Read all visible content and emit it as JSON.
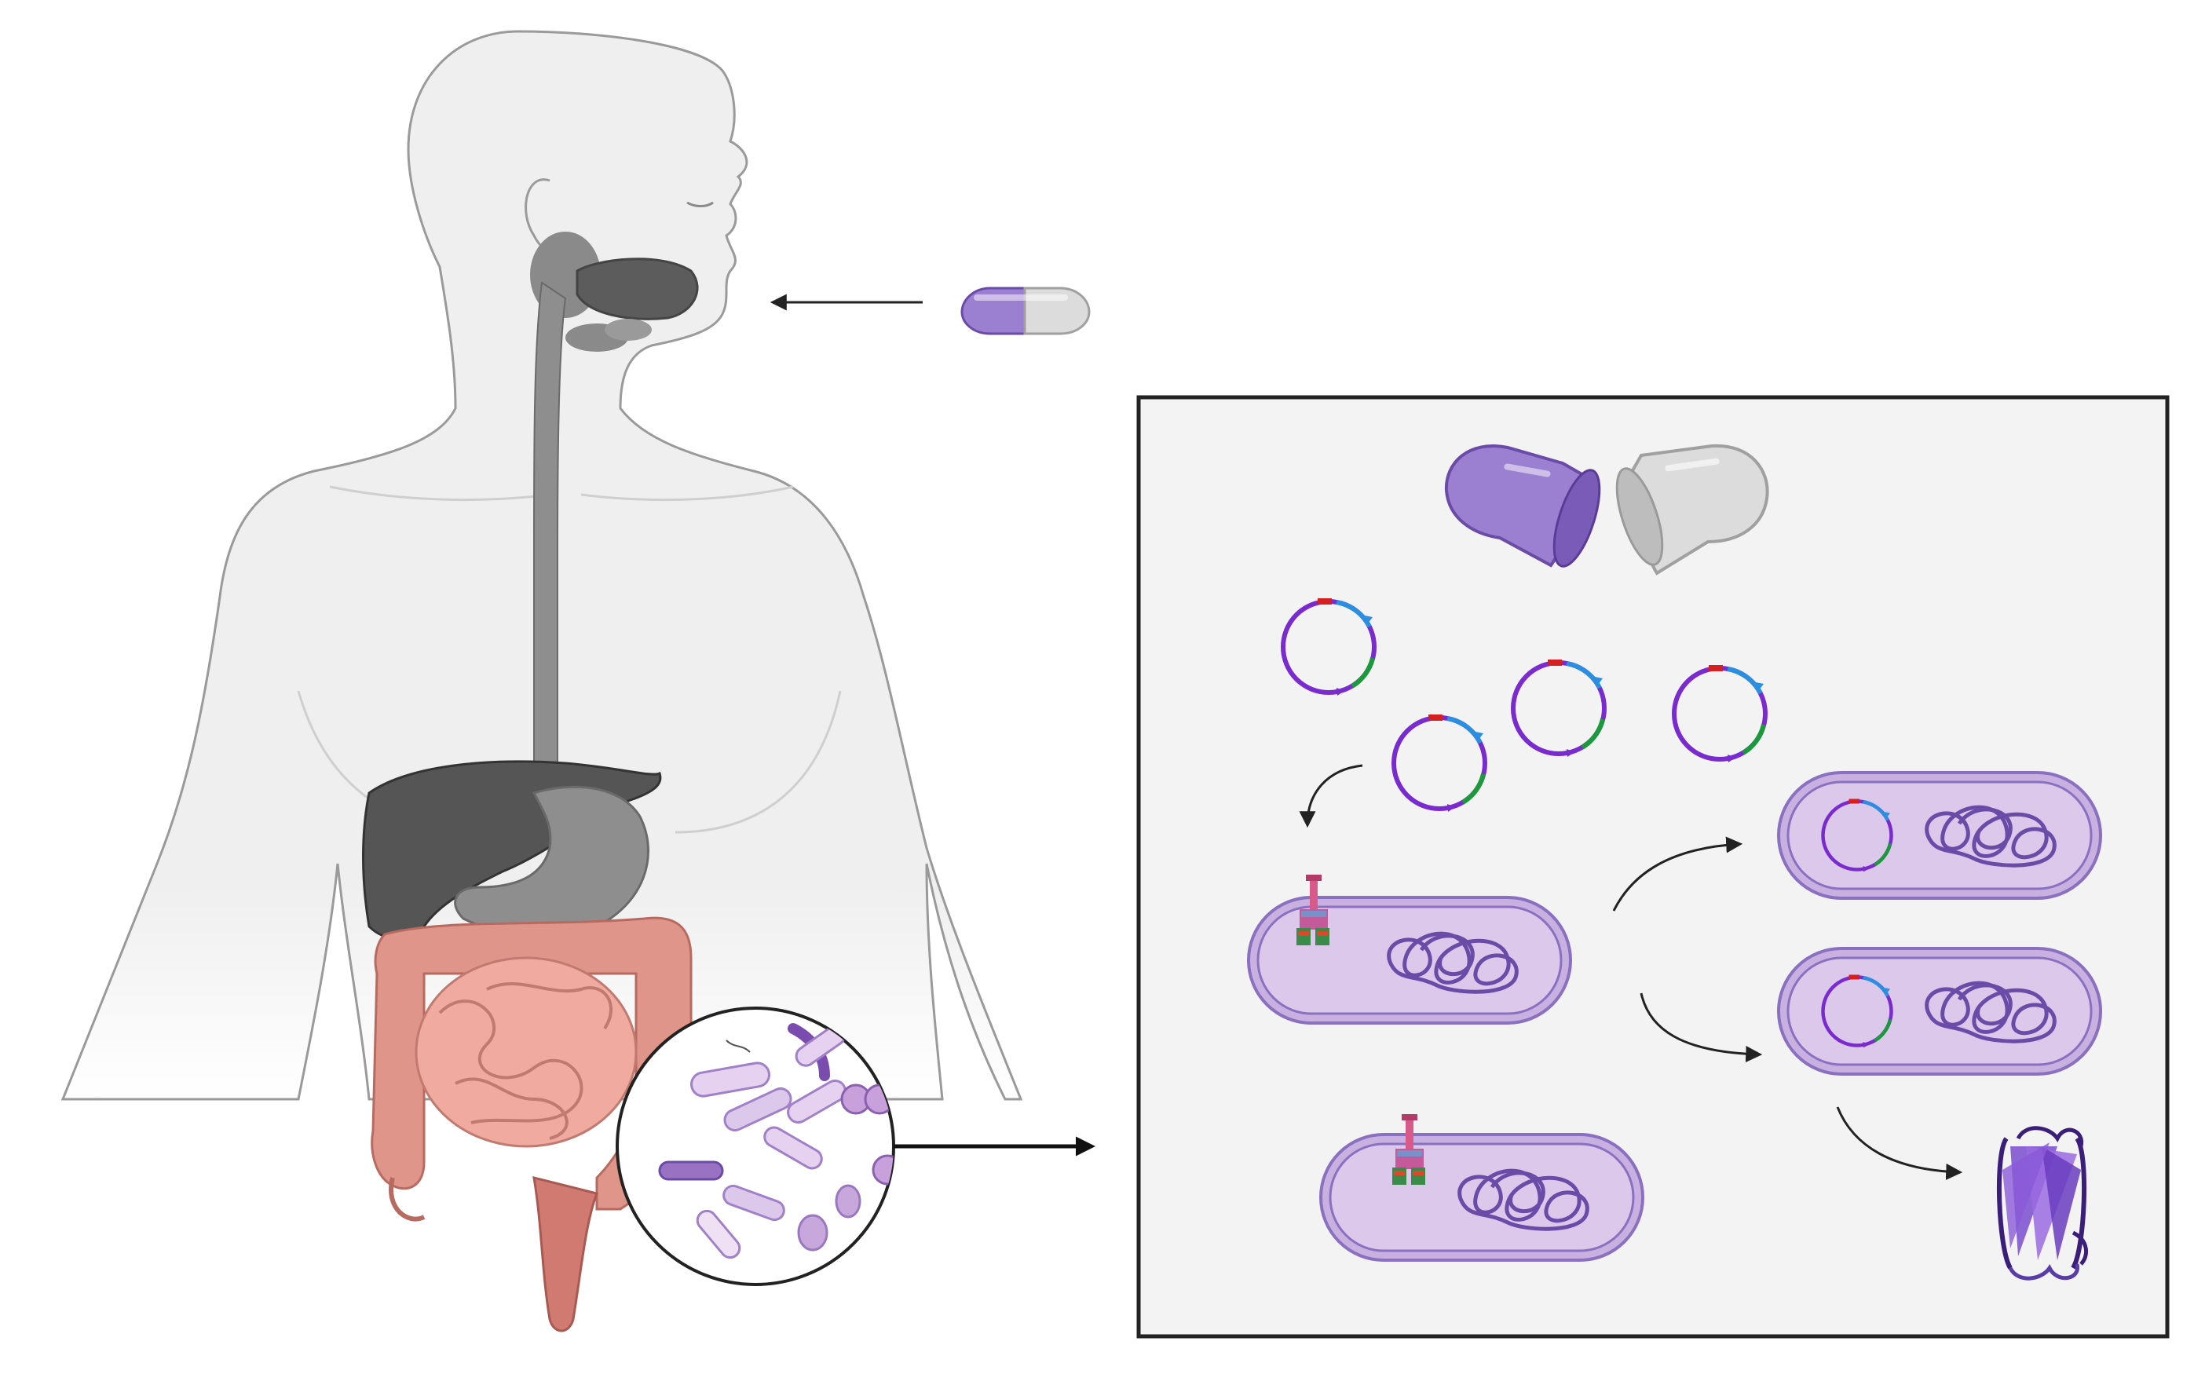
{
  "figure": {
    "description_labels": [],
    "colors": {
      "capsule_purple": "#9b7fd0",
      "capsule_purple_dark": "#7a5cb8",
      "capsule_grey": "#d8d8d8",
      "panel_bg": "#f3f3f3",
      "panel_border": "#222222",
      "cell_fill": "#dcc8ea",
      "cell_membrane": "#8a70c0",
      "plasmid_purple": "#7a2bd0",
      "plasmid_blue": "#2a8fe0",
      "plasmid_green": "#1a9a3a",
      "plasmid_red": "#d42020",
      "gut_pink": "#e59a90",
      "liver_dark": "#555555",
      "body_outline": "#9a9a9a"
    },
    "icons": [
      "human-body",
      "digestive-tract",
      "capsule",
      "opened-capsule",
      "plasmid",
      "bacterial-cell",
      "dna-coil",
      "secretion-system",
      "beta-barrel-protein",
      "gut-microbiome-zoom"
    ]
  }
}
